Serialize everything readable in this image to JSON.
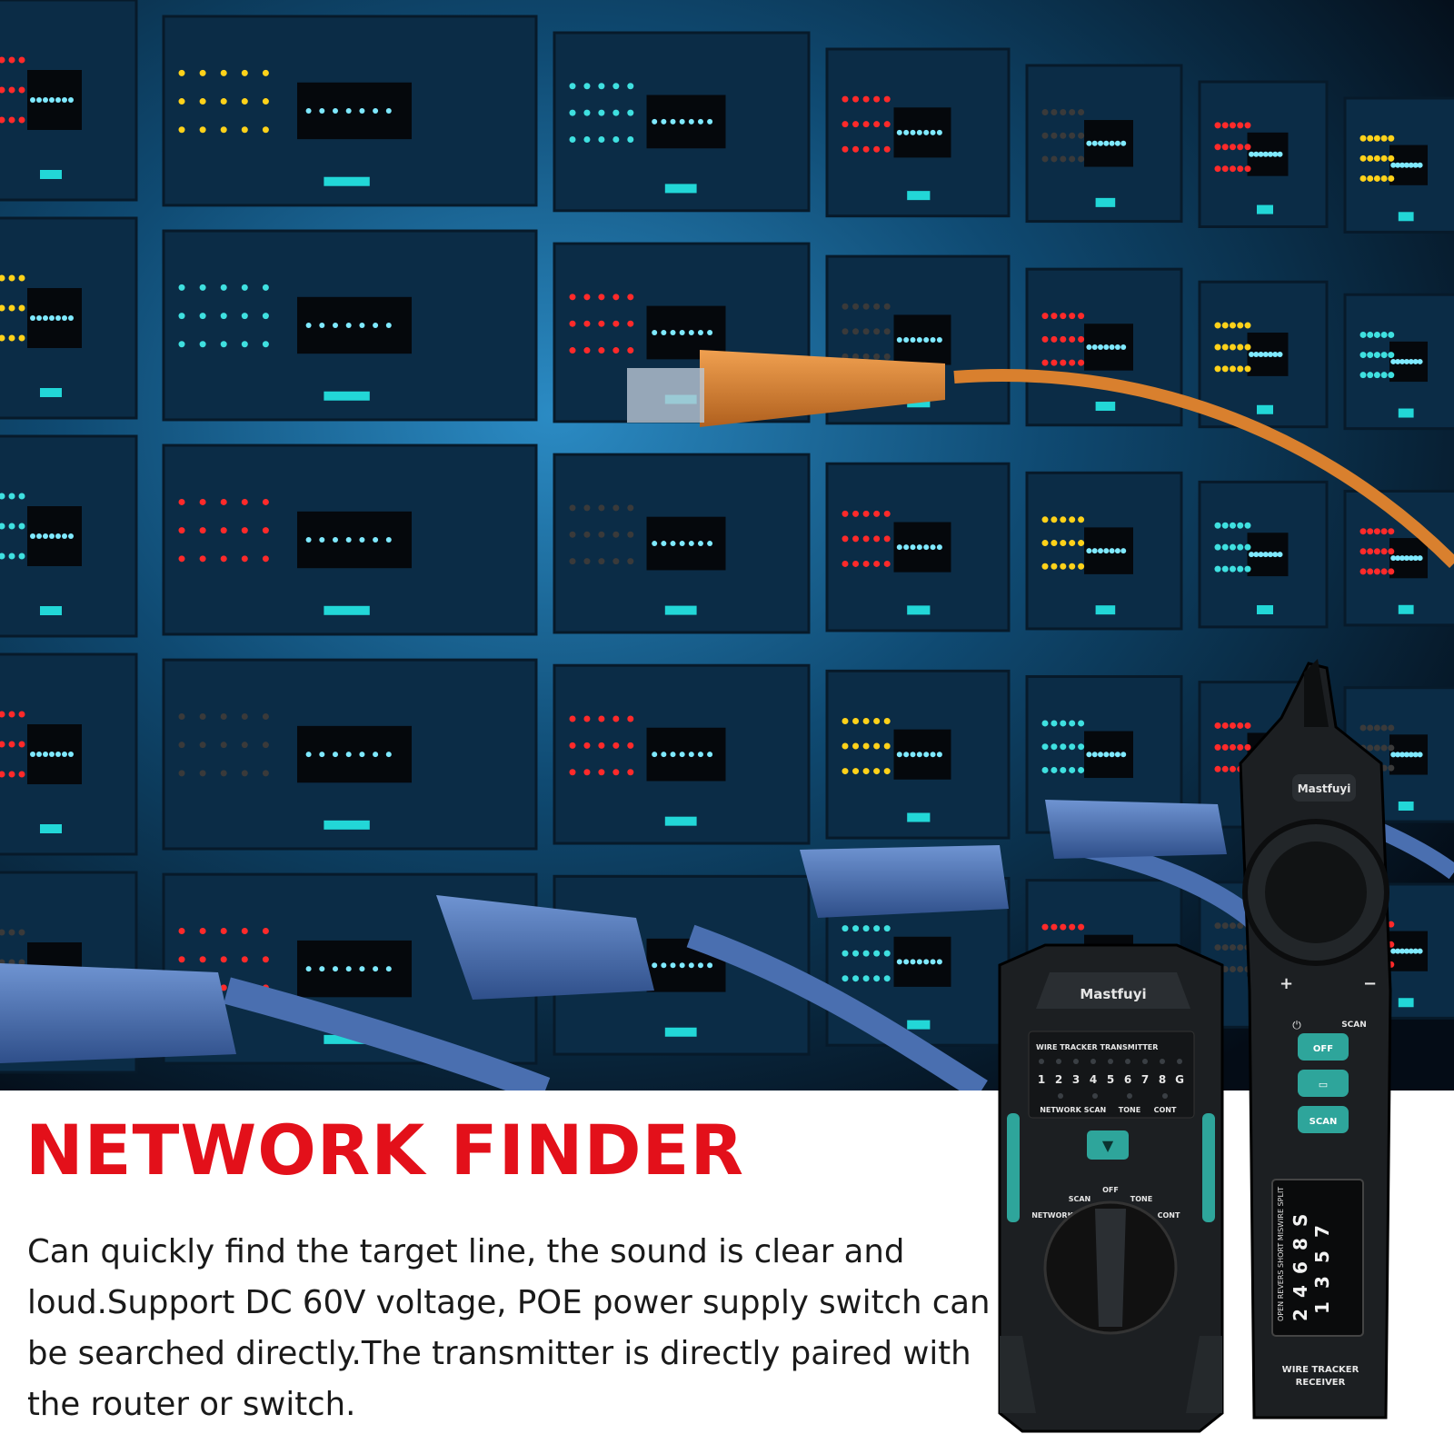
{
  "hero": {
    "title": "NETWORK FINDER",
    "description": "Can quickly find the target line, the sound is clear and loud.Support DC 60V voltage, POE power supply switch can be searched directly.The transmitter is directly paired with the router or switch."
  },
  "colors": {
    "title": "#e3101a",
    "text": "#1a1a1a",
    "background": "#ffffff",
    "rack": "#0b2c46",
    "cable_orange": "#d9802e",
    "cable_blue": "#4a6fb0",
    "device_body": "#1c1f22",
    "device_accent": "#2ea59b"
  },
  "transmitter": {
    "brand": "Mastfuyi",
    "panel_title": "WIRE TRACKER  TRANSMITTER",
    "pins": [
      "1",
      "2",
      "3",
      "4",
      "5",
      "6",
      "7",
      "8",
      "G"
    ],
    "modes": [
      "NETWORK",
      "SCAN",
      "TONE",
      "CONT"
    ],
    "dial_labels": [
      "OFF",
      "SCAN",
      "TONE",
      "NETWORK",
      "CONT"
    ],
    "flashlight_icon": "flashlight-icon"
  },
  "receiver": {
    "brand": "Mastfuyi",
    "plus": "+",
    "minus": "−",
    "scan_indicator": "SCAN",
    "buttons": [
      "OFF",
      "SCAN"
    ],
    "display_top": [
      "1",
      "3",
      "5",
      "7"
    ],
    "display_bottom": [
      "2",
      "4",
      "6",
      "8",
      "S"
    ],
    "display_legend": "OPEN REVERS SHORT MISWIRE SPLIT",
    "label_line1": "WIRE TRACKER",
    "label_line2": "RECEIVER",
    "power_icon": "power-icon",
    "light_icon": "flashlight-icon"
  }
}
